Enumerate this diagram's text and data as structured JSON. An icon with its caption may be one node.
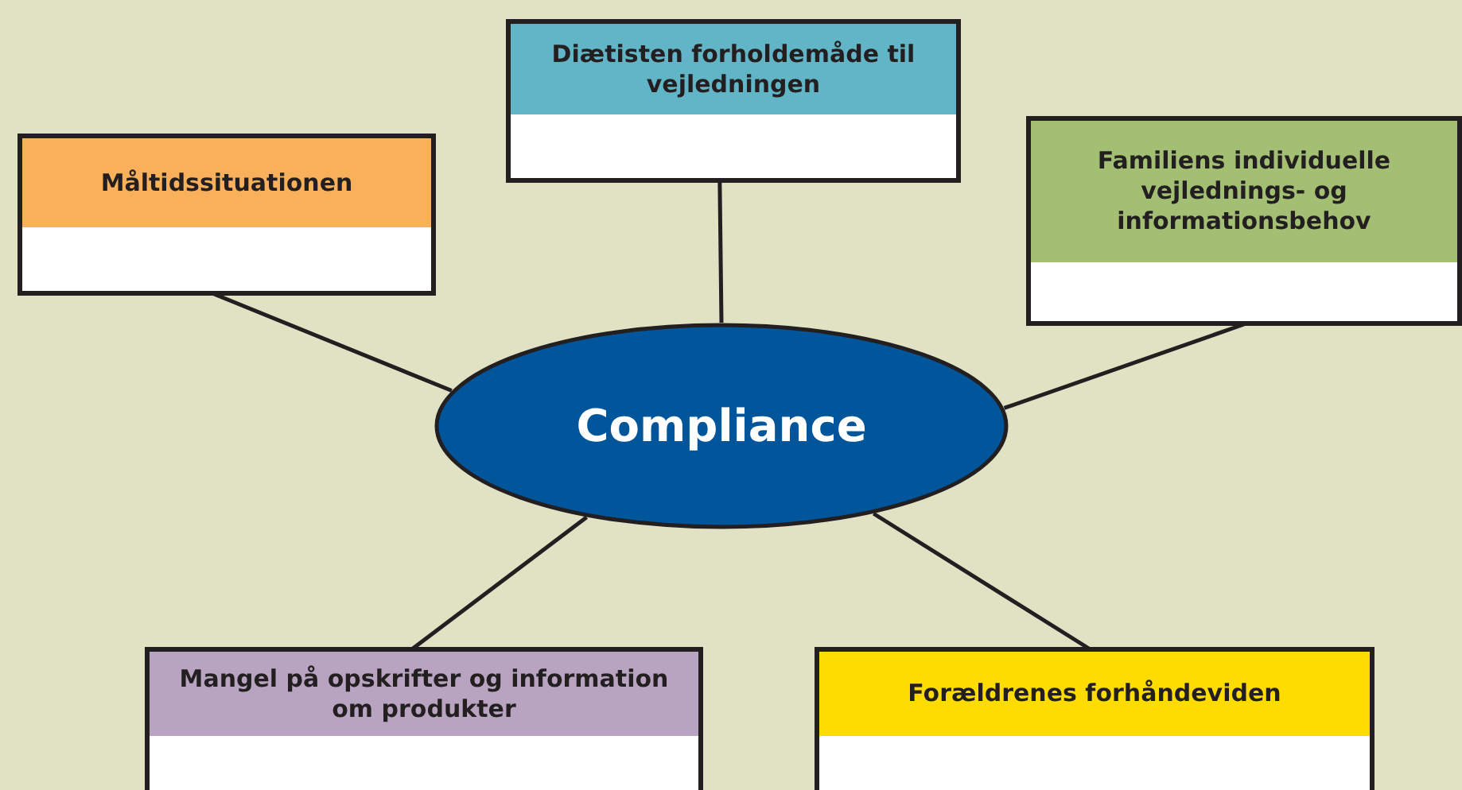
{
  "diagram": {
    "nodes": [
      {
        "text": [
          "Diætisten forholdemåde til vejledningen"
        ]
      },
      {
        "text": [
          "Måltidssituationen"
        ]
      },
      {
        "text": [
          "Familiens individuelle vejlednings- og informationsbehov"
        ]
      },
      {
        "text": [
          "Compliance"
        ]
      },
      {
        "text": [
          "Mangel på opskrifter og information om produkter"
        ]
      },
      {
        "text": [
          "Forældrenes forhåndeviden"
        ]
      }
    ],
    "edges": [
      {
        "from": 0,
        "to": 3,
        "arrow": "none"
      },
      {
        "from": 1,
        "to": 3,
        "arrow": "none"
      },
      {
        "from": 2,
        "to": 3,
        "arrow": "none"
      },
      {
        "from": 4,
        "to": 3,
        "arrow": "none"
      },
      {
        "from": 5,
        "to": 3,
        "arrow": "none"
      }
    ]
  }
}
